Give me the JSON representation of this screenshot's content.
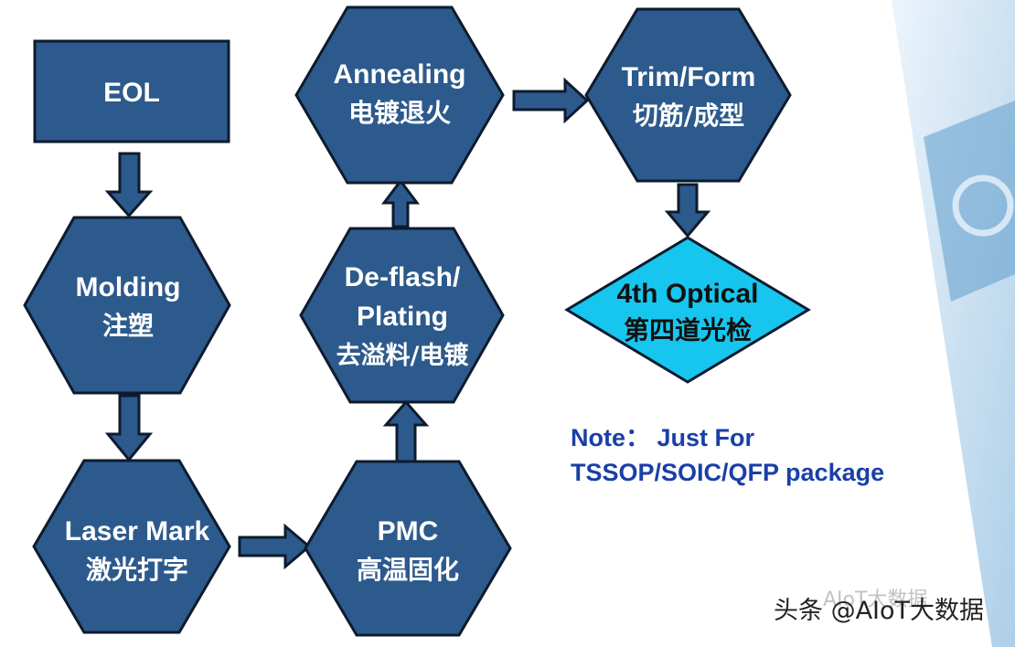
{
  "nodes": {
    "eol": {
      "line1": "EOL"
    },
    "molding": {
      "line1": "Molding",
      "line2": "注塑"
    },
    "laser_mark": {
      "line1": "Laser Mark",
      "line2": "激光打字"
    },
    "pmc": {
      "line1": "PMC",
      "line2": "高温固化"
    },
    "deflash_plating": {
      "line1": "De-flash/",
      "line2": "Plating",
      "line3": "去溢料/电镀"
    },
    "annealing": {
      "line1": "Annealing",
      "line2": "电镀退火"
    },
    "trim_form": {
      "line1": "Trim/Form",
      "line2": "切筋/成型"
    },
    "optical": {
      "line1": "4th Optical",
      "line2": "第四道光检"
    }
  },
  "note": {
    "line1": "Note： Just For",
    "line2": "TSSOP/SOIC/QFP package"
  },
  "watermark": {
    "text": "头条 @AIoT大数据",
    "faint_text": "AIoT大数据"
  },
  "colors": {
    "node_fill": "#2d5a8c",
    "node_stroke": "#0d1b2e",
    "diamond_fill": "#17c6ee",
    "arrow_fill": "#2d5a8c",
    "note_text": "#1a3fa6"
  }
}
